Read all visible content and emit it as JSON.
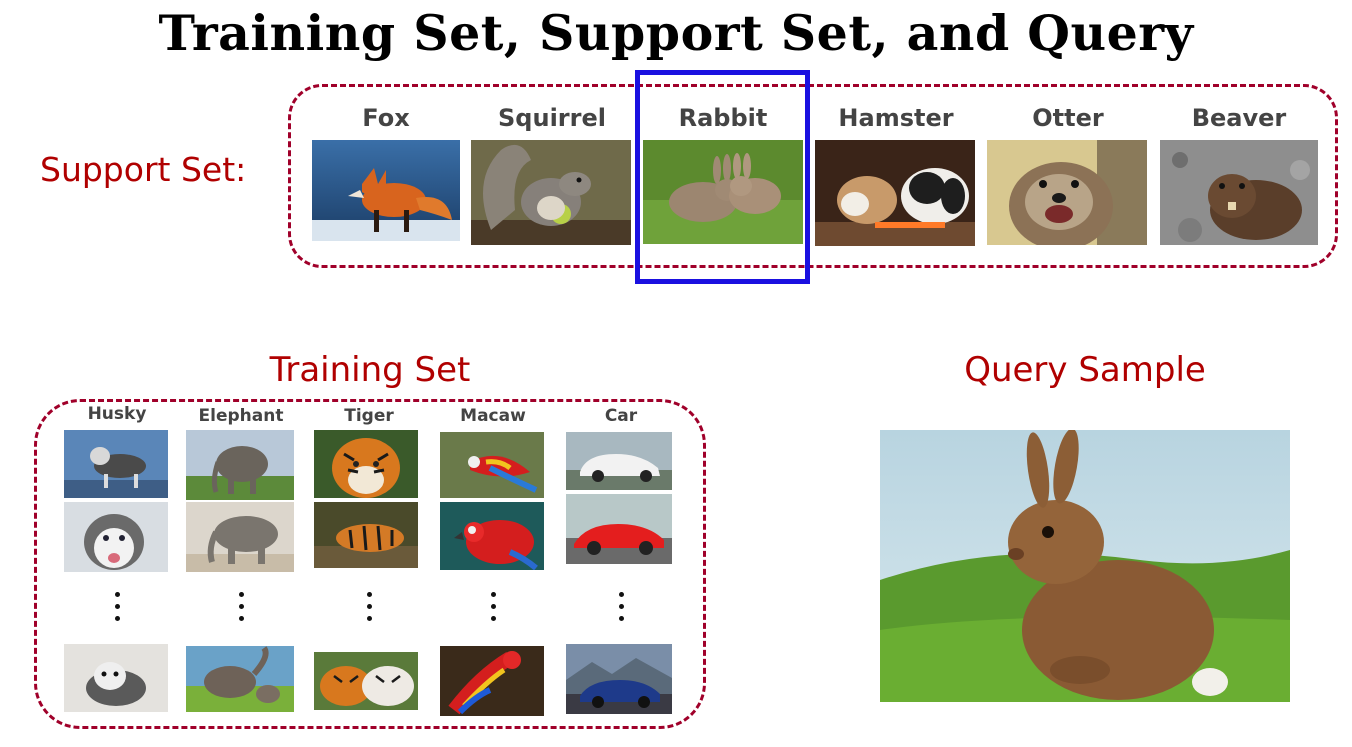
{
  "title": "Training Set, Support Set, and Query",
  "support": {
    "label": "Support Set:",
    "classes": [
      "Fox",
      "Squirrel",
      "Rabbit",
      "Hamster",
      "Otter",
      "Beaver"
    ],
    "highlighted": "Rabbit"
  },
  "training": {
    "label": "Training Set",
    "classes": [
      "Husky",
      "Elephant",
      "Tiger",
      "Macaw",
      "Car"
    ]
  },
  "query": {
    "label": "Query Sample"
  },
  "colors": {
    "label_red": "#b00000",
    "dashed_border": "#a0002a",
    "highlight_blue": "#1a10e0"
  }
}
